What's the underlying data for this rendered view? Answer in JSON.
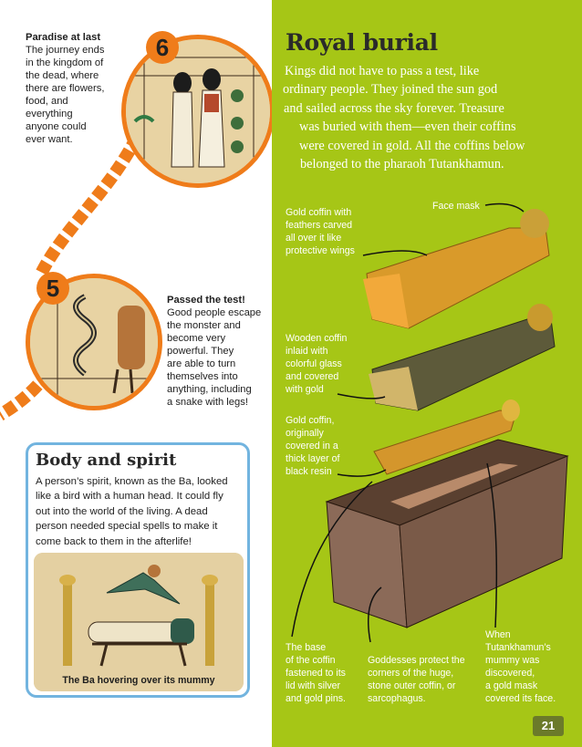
{
  "stage6": {
    "number": "6",
    "heading": "Paradise at last",
    "lines": [
      "The journey ends",
      "in the kingdom of",
      "the dead, where",
      "there are flowers,",
      "food, and",
      "everything",
      "anyone could",
      "ever want."
    ]
  },
  "stage5": {
    "number": "5",
    "heading": "Passed the test!",
    "lines": [
      "Good people escape",
      "the monster and",
      "become very",
      "powerful. They",
      "are able to turn",
      "themselves into",
      "anything, including",
      "a snake with legs!"
    ]
  },
  "body_spirit": {
    "title": "Body and spirit",
    "lines": [
      "A person’s spirit, known as the Ba, looked",
      "like a bird with a human head. It could fly",
      "out into the world of the living. A dead",
      "person needed special spells to make it",
      "come back to them in the afterlife!"
    ],
    "image_caption": "The Ba hovering over its mummy"
  },
  "royal_burial": {
    "title": "Royal burial",
    "intro_lines": [
      "Kings did not have to pass a test, like",
      "ordinary people. They joined the sun god",
      "and sailed across the sky forever. Treasure",
      "was buried with them—even their coffins",
      "were covered in gold. All the coffins below",
      "belonged to the pharaoh Tutankhamun."
    ]
  },
  "callouts": {
    "face_mask": [
      "Face mask"
    ],
    "gold_coffin_feathers": [
      "Gold coffin with",
      "feathers carved",
      "all over it like",
      "protective wings"
    ],
    "wooden_coffin": [
      "Wooden coffin",
      "inlaid with",
      "colorful glass",
      "and covered",
      "with gold"
    ],
    "gold_coffin_resin": [
      "Gold coffin,",
      "originally",
      "covered in a",
      "thick layer of",
      "black resin"
    ],
    "base": [
      "The base",
      "of the coffin",
      "fastened to its",
      "lid with silver",
      "and gold pins."
    ],
    "goddesses": [
      "Goddesses protect the",
      "corners of the huge,",
      "stone outer coffin, or",
      "sarcophagus."
    ],
    "mummy_mask": [
      "When",
      "Tutankhamun’s",
      "mummy was",
      "discovered,",
      "a gold mask",
      "covered its face."
    ]
  },
  "page_number": "21",
  "colors": {
    "accent_orange": "#ef7c1a",
    "panel_green": "#a6c616",
    "box_blue": "#72b4df"
  }
}
